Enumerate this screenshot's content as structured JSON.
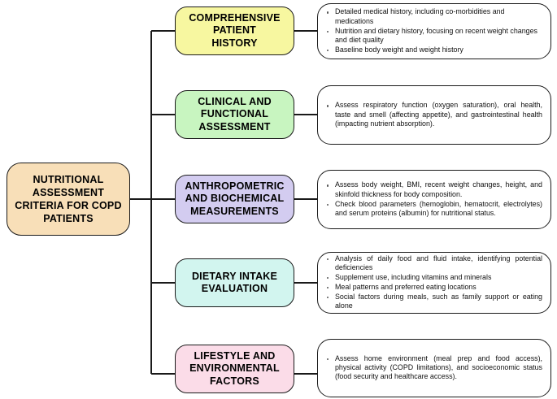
{
  "diagram": {
    "type": "mind-map",
    "root": {
      "label": "NUTRITIONAL\nASSESSMENT\nCRITERIA FOR COPD\nPATIENTS",
      "color": "#f8dfb8"
    },
    "branches": [
      {
        "label": "COMPREHENSIVE\nPATIENT\nHISTORY",
        "color": "#f7f7a0",
        "justify": false,
        "details": [
          "Detailed medical history, including co-morbidities and medications",
          "Nutrition and dietary history, focusing on recent weight changes and diet quality",
          "Baseline body weight and weight history"
        ]
      },
      {
        "label": "CLINICAL AND\nFUNCTIONAL\nASSESSMENT",
        "color": "#c8f5c0",
        "justify": true,
        "details": [
          "Assess respiratory function (oxygen saturation), oral health, taste and smell (affecting appetite), and gastrointestinal health (impacting nutrient absorption)."
        ]
      },
      {
        "label": "ANTHROPOMETRIC\nAND BIOCHEMICAL\nMEASUREMENTS",
        "color": "#d3ccf0",
        "justify": true,
        "details": [
          "Assess body weight, BMI, recent weight changes, height, and skinfold thickness for body composition.",
          "Check blood parameters (hemoglobin, hematocrit, electrolytes) and serum proteins (albumin) for nutritional status."
        ]
      },
      {
        "label": "DIETARY INTAKE\nEVALUATION",
        "color": "#d2f5ef",
        "justify": true,
        "details": [
          "Analysis of daily food and fluid intake, identifying potential deficiencies",
          "Supplement use, including vitamins and minerals",
          "Meal patterns and preferred eating locations",
          "Social factors during meals, such as family support or eating alone"
        ]
      },
      {
        "label": "LIFESTYLE AND\nENVIRONMENTAL\nFACTORS",
        "color": "#fbdce8",
        "justify": true,
        "details": [
          "Assess home environment (meal prep and food access), physical activity (COPD limitations), and socioeconomic status (food security and healthcare access)."
        ]
      }
    ],
    "style": {
      "line_color": "#1a1a1a",
      "border_color": "#1a1a1a",
      "background": "#ffffff"
    }
  }
}
